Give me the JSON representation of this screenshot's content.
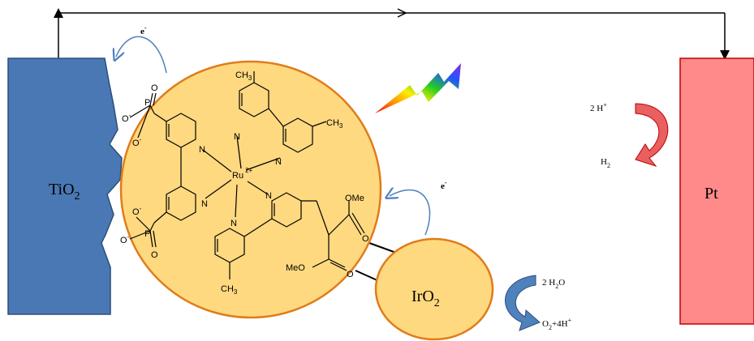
{
  "colors": {
    "tio2": "#4a78b4",
    "tio2_stroke": "#2b4e7c",
    "pt": "#ff8a8a",
    "pt_stroke": "#c00000",
    "sensitizer": "#ffd980",
    "sensitizer_stroke": "#e07c1a",
    "electron_arrow": "#4f81bd",
    "red_arrow": "#c00000",
    "blue_arrow": "#4f81bd"
  },
  "labels": {
    "tio2": {
      "main": "TiO",
      "sub": "2"
    },
    "pt": "Pt",
    "iro2": {
      "main": "IrO",
      "sub": "2"
    },
    "electron_left": {
      "main": "e",
      "sup": "-"
    },
    "electron_right": {
      "main": "e",
      "sup": "-"
    },
    "proton": {
      "main": "2 H",
      "sup": "+"
    },
    "hydrogen": {
      "main": "H",
      "sub": "2"
    },
    "water": {
      "main": "2 H",
      "sub": "2",
      "tail": "O"
    },
    "oxygen": {
      "main": "O",
      "sub": "2",
      "mid": "+4H",
      "sup": "+"
    }
  },
  "molecule": {
    "methyl_top": {
      "main": "CH",
      "sub": "3"
    },
    "methyl_right": {
      "main": "CH",
      "sub": "3"
    },
    "methyl_bottom": {
      "main": "CH",
      "sub": "3"
    },
    "ruthenium": {
      "main": "Ru",
      "sup": "2+"
    },
    "nitrogen": "N",
    "oxygen_atom": "O",
    "phosphorus": "P",
    "anion_oxygen": {
      "main": "O",
      "sup": "-"
    },
    "ester_top": "OMe",
    "ester_bottom": "MeO"
  }
}
